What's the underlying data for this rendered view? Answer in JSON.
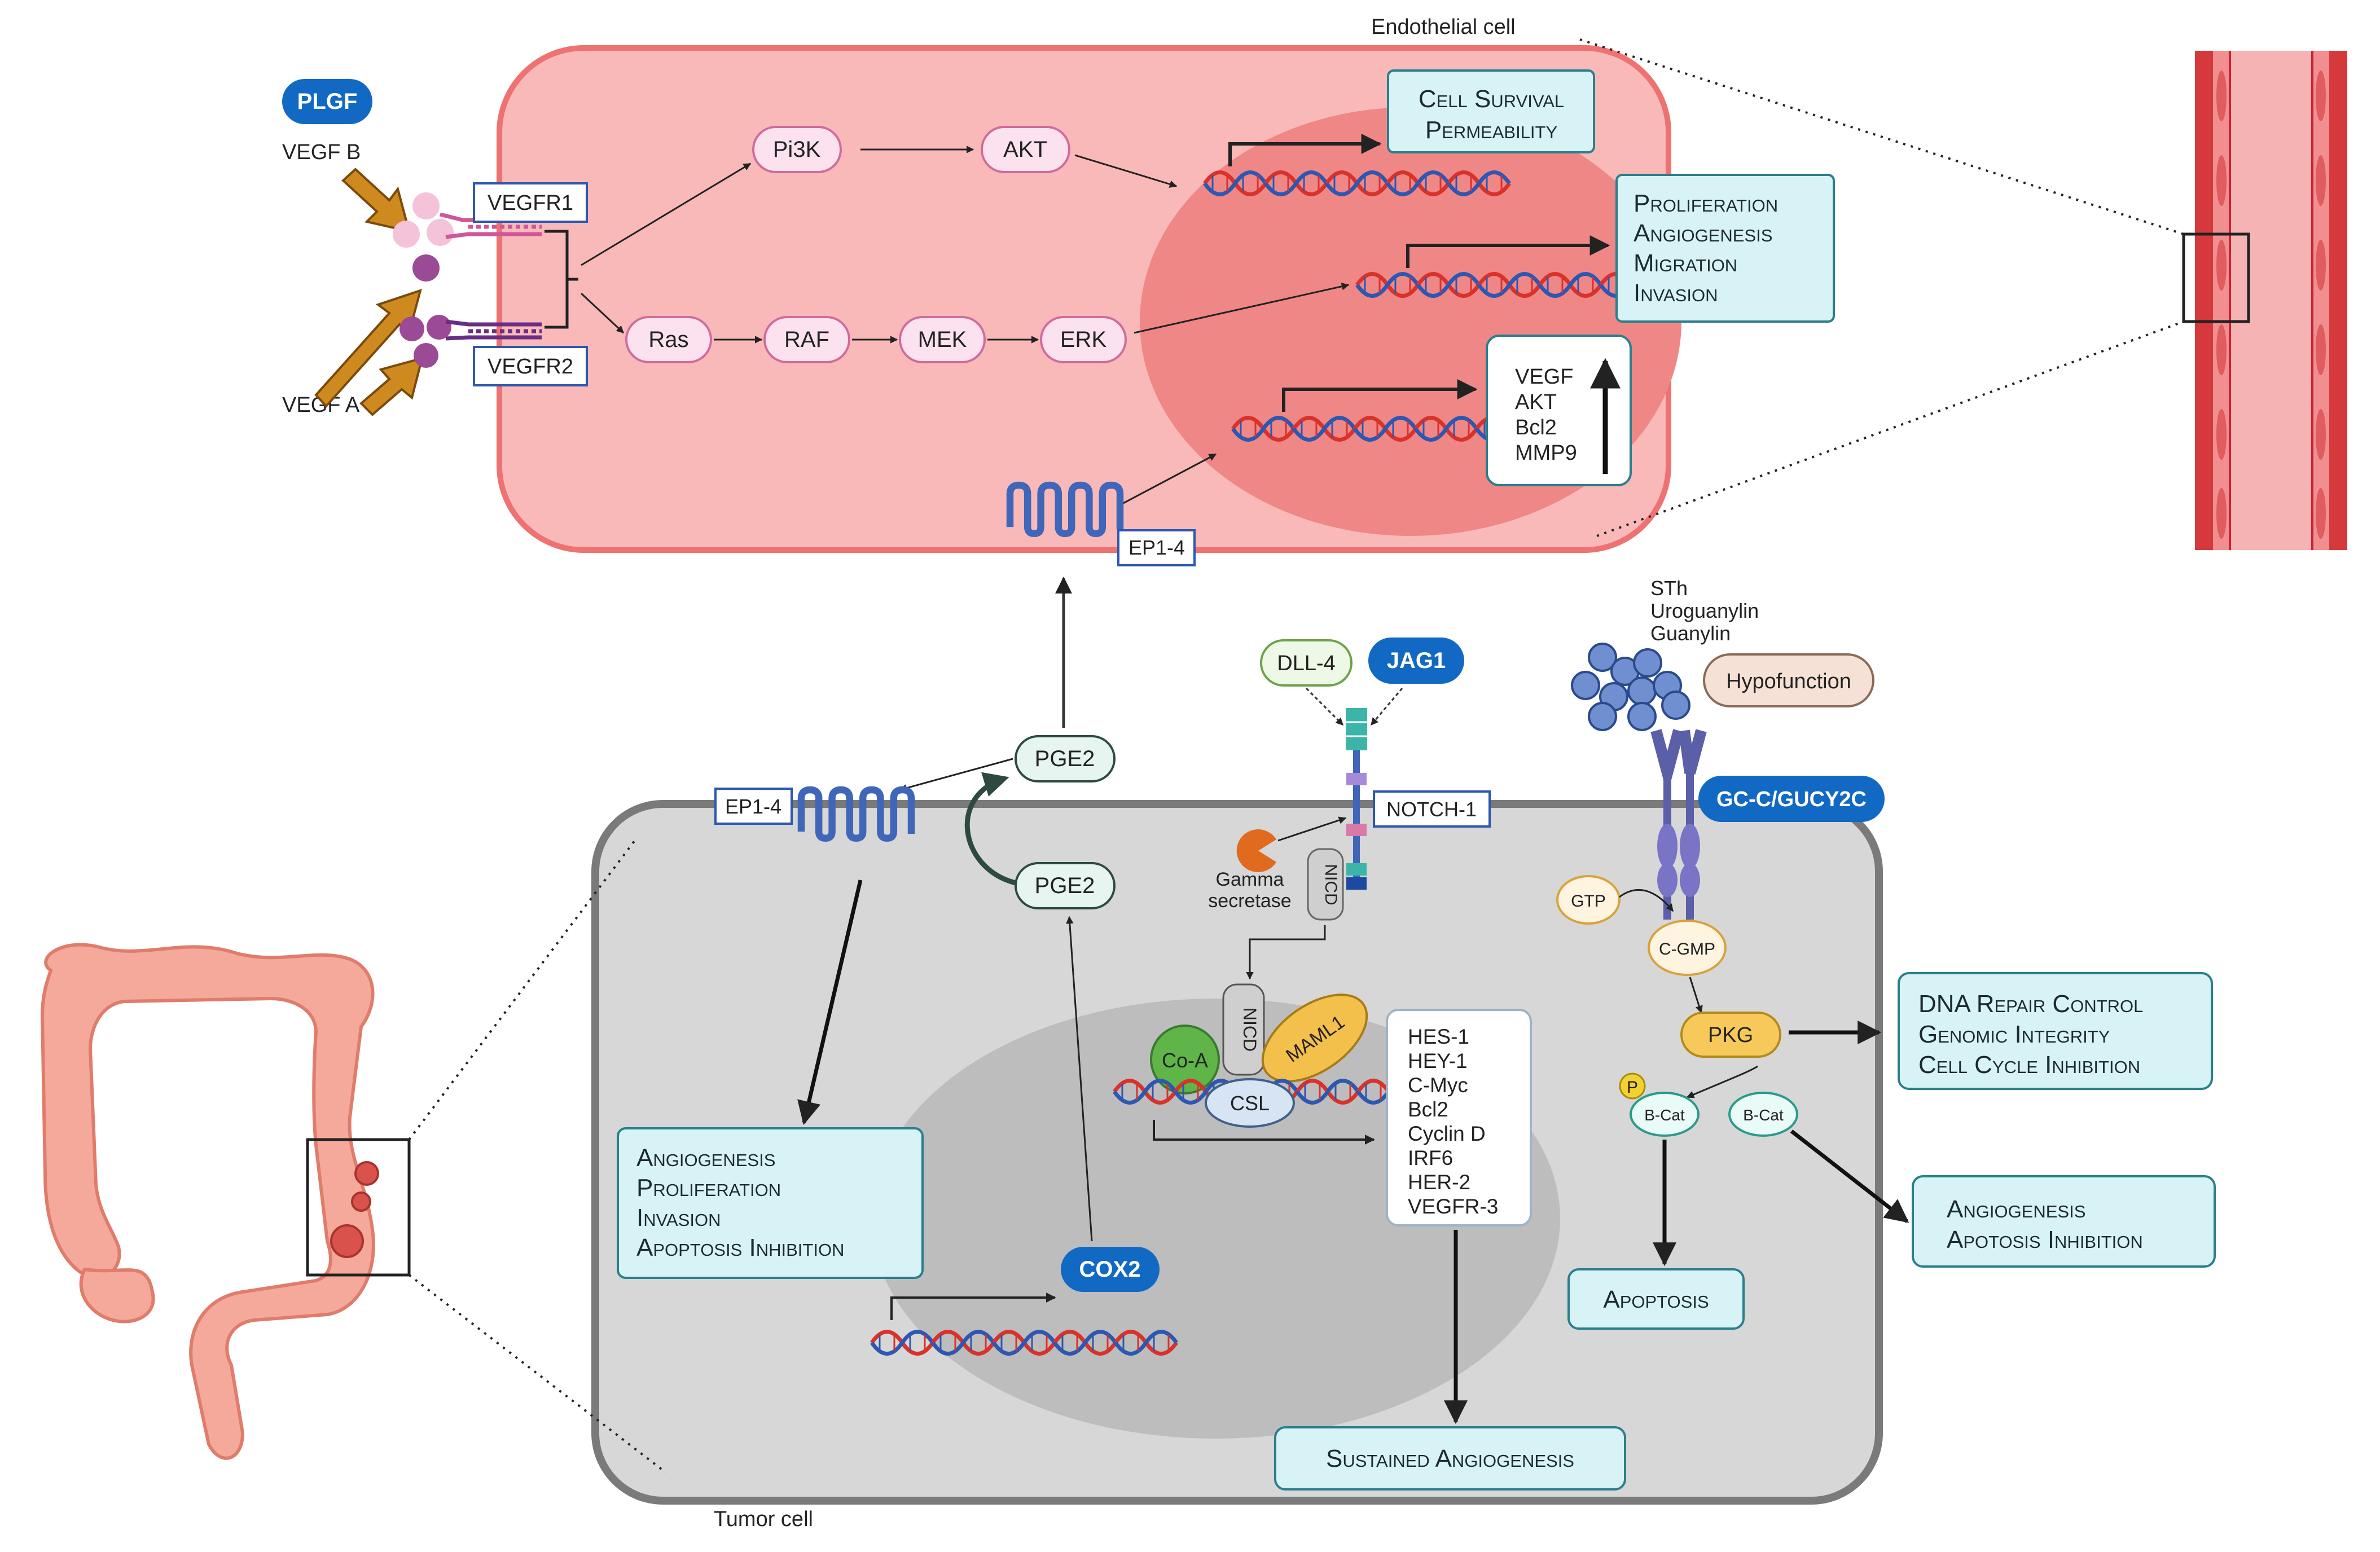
{
  "labels": {
    "endothelial_cell": "Endothelial cell",
    "tumor_cell": "Tumor cell",
    "plgf": "PLGF",
    "vegf_b": "VEGF B",
    "vegf_a": "VEGF A",
    "vegfr1": "VEGFR1",
    "vegfr2": "VEGFR2",
    "pi3k": "Pi3K",
    "akt": "AKT",
    "ras": "Ras",
    "raf": "RAF",
    "mek": "MEK",
    "erk": "ERK",
    "ep1_4_top": "EP1-4",
    "ep1_4_bottom": "EP1-4",
    "pge2_top": "PGE2",
    "pge2_bottom": "PGE2",
    "cox2": "COX2",
    "dll4": "DLL-4",
    "jag1": "JAG1",
    "notch1": "NOTCH-1",
    "gamma_secretase_1": "Gamma",
    "gamma_secretase_2": "secretase",
    "nicd_membrane": "NICD",
    "nicd_nucleus": "NICD",
    "co_a": "Co-A",
    "maml1": "MAML1",
    "csl": "CSL",
    "sth": "STh",
    "uroguanylin": "Uroguanylin",
    "guanylin": "Guanylin",
    "hypofunction": "Hypofunction",
    "gcc": "GC-C/GUCY2C",
    "gtp": "GTP",
    "cgmp": "C-GMP",
    "pkg": "PKG",
    "p": "P",
    "bcat_1": "B-Cat",
    "bcat_2": "B-Cat"
  },
  "boxes": {
    "survival": [
      "Cell Survival",
      "Permeability"
    ],
    "proliferation": [
      "Proliferation",
      "Angiogenesis",
      "Migration",
      "Invasion"
    ],
    "vegf_genes": [
      "VEGF",
      "AKT",
      "Bcl2",
      "MMP9"
    ],
    "tumor_effects": [
      "Angiogenesis",
      "Proliferation",
      "Invasion",
      "Apoptosis Inhibition"
    ],
    "notch_targets": [
      "HES-1",
      "HEY-1",
      "C-Myc",
      "Bcl2",
      "Cyclin D",
      "IRF6",
      "HER-2",
      "VEGFR-3"
    ],
    "sustained": [
      "Sustained Angiogenesis"
    ],
    "dna_repair": [
      "DNA Repair Control",
      "Genomic Integrity",
      "Cell Cycle Inhibition"
    ],
    "apoptosis": [
      "Apoptosis"
    ],
    "angio_apotosis": [
      "Angiogenesis",
      "Apotosis Inhibition"
    ]
  },
  "colors": {
    "endo_fill": "#f9b9b9",
    "endo_stroke": "#ee7272",
    "endo_nucleus": "#f08787",
    "tumor_fill": "#d7d7d7",
    "tumor_stroke": "#7a7a7a",
    "tumor_nucleus": "#bdbdbd",
    "box_fill": "#d8f3f6",
    "box_stroke": "#2a7f8c",
    "blue_pill": "#1269c4",
    "pink_pill_fill": "#fbe2ee",
    "pink_pill_stroke": "#d06b9c",
    "receptor_blue": "#3f66b8",
    "dna_red": "#d8322b",
    "dna_blue": "#2d57b0",
    "arrow_orange": "#cf8a1f"
  }
}
